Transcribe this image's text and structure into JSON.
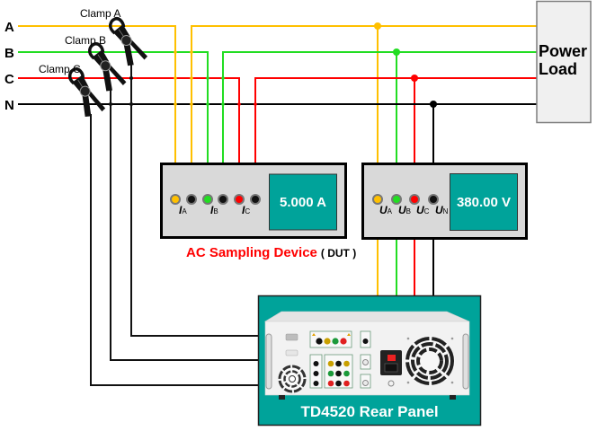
{
  "colors": {
    "phase_a": "#ffc000",
    "phase_b": "#22dd22",
    "phase_c": "#ff0000",
    "neutral": "#000000",
    "display": "#00a39a",
    "dut_label": "#ff0000",
    "terminal_black": "#111111"
  },
  "phase_lines": [
    {
      "label": "A"
    },
    {
      "label": "B"
    },
    {
      "label": "C"
    },
    {
      "label": "N"
    }
  ],
  "clamps": [
    {
      "label": "Clamp A"
    },
    {
      "label": "Clamp B"
    },
    {
      "label": "Clamp C"
    }
  ],
  "power_load": {
    "lines": [
      "Power",
      "Load"
    ]
  },
  "dut": {
    "name": "AC Sampling Device",
    "tag": "( DUT )",
    "current_meter": {
      "display": "5.000 A",
      "terminals": [
        {
          "symbol": "I",
          "sub": "A"
        },
        {
          "symbol": "I",
          "sub": "B"
        },
        {
          "symbol": "I",
          "sub": "C"
        }
      ]
    },
    "voltage_meter": {
      "display": "380.00 V",
      "terminals": [
        {
          "symbol": "U",
          "sub": "A"
        },
        {
          "symbol": "U",
          "sub": "B"
        },
        {
          "symbol": "U",
          "sub": "C"
        },
        {
          "symbol": "U",
          "sub": "N"
        }
      ]
    }
  },
  "rear_panel": {
    "label": "TD4520 Rear Panel"
  }
}
